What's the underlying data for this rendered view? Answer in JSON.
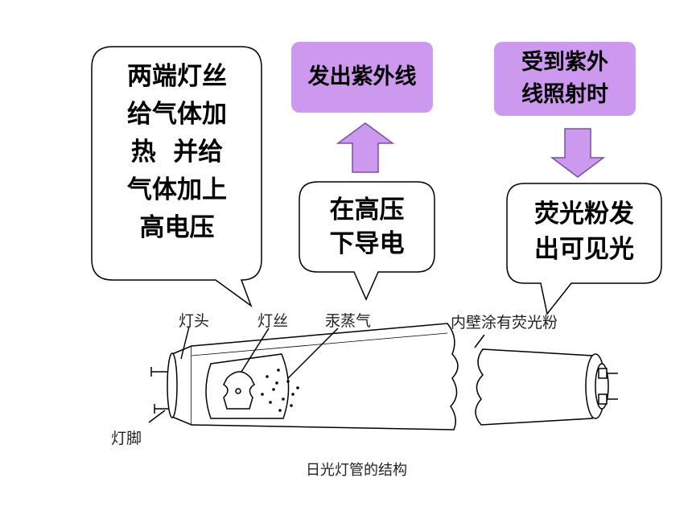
{
  "callouts": {
    "filament_heating": [
      "两端灯丝",
      "给气体加",
      "热  并给",
      "气体加上",
      "高电压"
    ],
    "conduct": [
      "在高压",
      "下导电"
    ],
    "phosphor_glow": [
      "荧光粉发",
      "出可见光"
    ]
  },
  "boxes": {
    "emit_uv": "发出紫外线",
    "receive_uv": [
      "受到紫外",
      "线照射时"
    ]
  },
  "labels": {
    "cap": "灯头",
    "filament": "灯丝",
    "mercury": "汞蒸气",
    "coating": "内壁涂有荧光粉",
    "pins": "灯脚",
    "caption": "日光灯管的结构"
  },
  "colors": {
    "box_fill": "#cc99ee",
    "arrow_fill": "#cc99ee",
    "arrow_stroke": "#7a4fa0"
  }
}
